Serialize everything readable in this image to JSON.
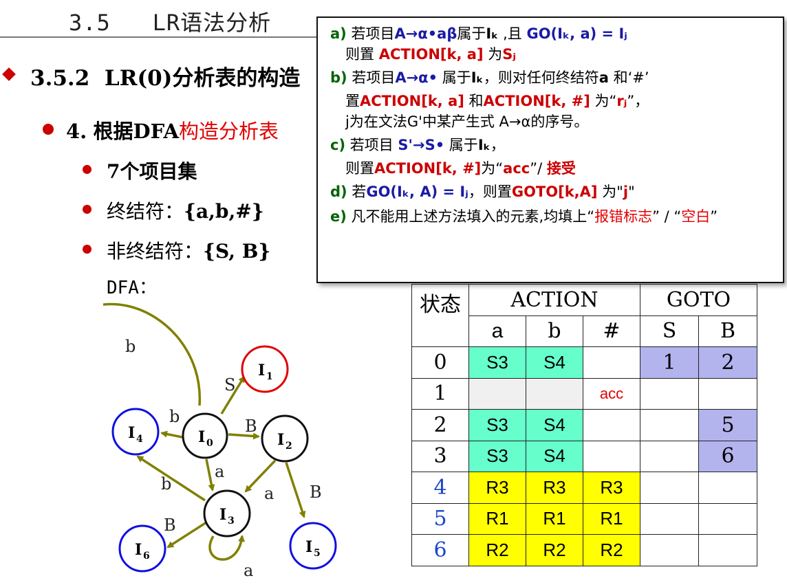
{
  "header": {
    "title": "3.5   LR语法分析"
  },
  "outline": {
    "l1_num": "3.5.2",
    "l1_text": "LR(0)分析表的构造",
    "l2_num": "4.",
    "l2_plain": "根据DFA",
    "l2_red": "构造分析表",
    "items": [
      {
        "label": "7个项目集",
        "value": ""
      },
      {
        "label": "终结符：",
        "value": "{a,b,#}"
      },
      {
        "label": "非终结符：",
        "value": "{S, B}"
      }
    ],
    "dfa_label": "DFA："
  },
  "rules": {
    "a": {
      "tag": "a)",
      "t1": "若项目",
      "t2": "A→α•aβ",
      "t3": "属于",
      "t4": "Iₖ",
      "t5": " ,且 ",
      "t6": "GO(Iₖ, a) = Iⱼ",
      "t7": "则置 ",
      "t8": "ACTION[k, a]",
      "t9": " 为",
      "t10": "Sⱼ"
    },
    "b": {
      "tag": "b)",
      "t1": "若项目",
      "t2": "A→α•",
      "t3": " 属于",
      "t4": "Iₖ",
      "t5": "，则对任何终结符",
      "t6": "a",
      "t7": " 和‘#’",
      "t8": "置",
      "t9": "ACTION[k, a]",
      "t10": " 和",
      "t11": "ACTION[k, #]",
      "t12": " 为“",
      "t13": "rⱼ",
      "t14": "”，",
      "t15": "j为在文法G'中某产生式 A→α的序号。"
    },
    "c": {
      "tag": "c)",
      "t1": "若项目 ",
      "t2": "S'→S•",
      "t3": " 属于",
      "t4": "Iₖ",
      "t5": "，",
      "t6": "则置",
      "t7": "ACTION[k, #]",
      "t8": "为“",
      "t9": "acc",
      "t10": "”/ ",
      "t11": "接受"
    },
    "d": {
      "tag": "d)",
      "t1": "若",
      "t2": "GO(Iₖ, A) = Iⱼ",
      "t3": "，则置",
      "t4": "GOTO[k,A]",
      "t5": " 为\"",
      "t6": "j",
      "t7": "\""
    },
    "e": {
      "tag": "e)",
      "t1": "凡不能用上述方法填入的元素,均填上“",
      "t2": "报错标志",
      "t3": "” / “",
      "t4": "空白",
      "t5": "”"
    }
  },
  "table": {
    "state_header": "状态",
    "action_header": "ACTION",
    "goto_header": "GOTO",
    "action_cols": [
      "a",
      "b",
      "#"
    ],
    "goto_cols": [
      "S",
      "B"
    ],
    "rows": [
      {
        "state": "0",
        "cells": [
          "S3",
          "S4",
          "",
          "1",
          "2"
        ]
      },
      {
        "state": "1",
        "cells": [
          "",
          "",
          "acc",
          "",
          ""
        ]
      },
      {
        "state": "2",
        "cells": [
          "S3",
          "S4",
          "",
          "",
          "5"
        ]
      },
      {
        "state": "3",
        "cells": [
          "S3",
          "S4",
          "",
          "",
          "6"
        ]
      },
      {
        "state": "4",
        "cells": [
          "R3",
          "R3",
          "R3",
          "",
          ""
        ]
      },
      {
        "state": "5",
        "cells": [
          "R1",
          "R1",
          "R1",
          "",
          ""
        ]
      },
      {
        "state": "6",
        "cells": [
          "R2",
          "R2",
          "R2",
          "",
          ""
        ]
      }
    ]
  },
  "dfa": {
    "nodes": [
      {
        "id": "I0",
        "label": "I",
        "sub": "0",
        "color": "#111111"
      },
      {
        "id": "I1",
        "label": "I",
        "sub": "1",
        "color": "#e00000"
      },
      {
        "id": "I2",
        "label": "I",
        "sub": "2",
        "color": "#111111"
      },
      {
        "id": "I3",
        "label": "I",
        "sub": "3",
        "color": "#111111"
      },
      {
        "id": "I4",
        "label": "I",
        "sub": "4",
        "color": "#1010e0"
      },
      {
        "id": "I5",
        "label": "I",
        "sub": "5",
        "color": "#1010e0"
      },
      {
        "id": "I6",
        "label": "I",
        "sub": "6",
        "color": "#1010e0"
      }
    ],
    "edge_labels": {
      "i0_i1": "S",
      "i0_i2": "B",
      "i0_i4": "b",
      "i0_i3": "a",
      "i2_i4": "b",
      "i2_i3": "a",
      "i2_i5": "B",
      "i3_i4": "b",
      "i3_i6": "B",
      "i3_loop": "a"
    },
    "edge_color": "#808000"
  },
  "colors": {
    "accent_red": "#e30000",
    "rule_green": "#006400",
    "rule_blue": "#1a1aa6"
  }
}
